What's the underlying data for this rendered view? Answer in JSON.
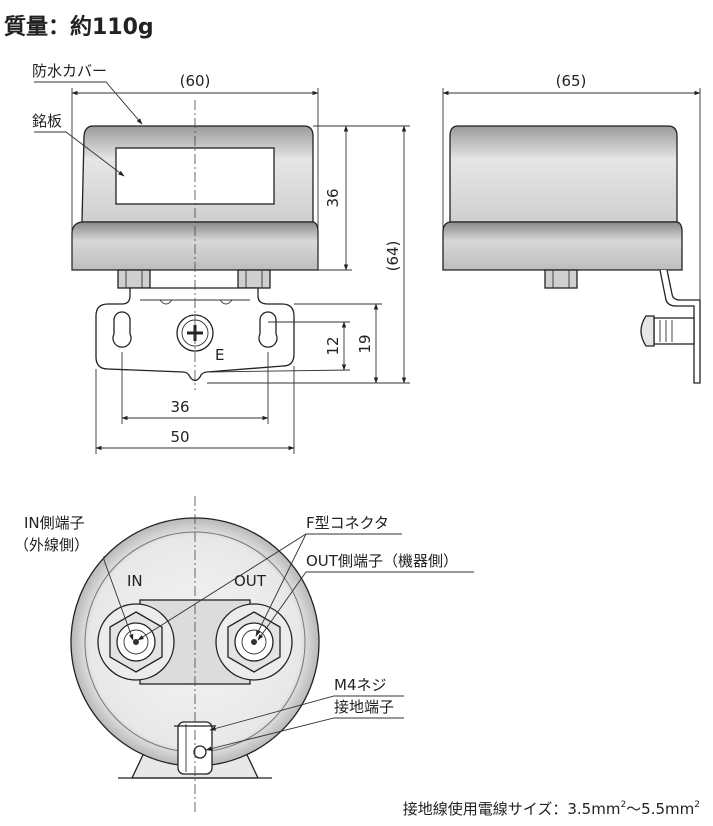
{
  "title": "質量：約110g",
  "labels": {
    "waterproof_cover": "防水カバー",
    "nameplate": "銘板",
    "earth_mark": "E",
    "in_terminal": "IN側端子",
    "in_terminal_sub": "（外線側）",
    "in_text": "IN",
    "out_text": "OUT",
    "f_connector": "F型コネクタ",
    "out_terminal": "OUT側端子（機器側）",
    "m4_screw": "M4ネジ",
    "ground_terminal": "接地端子"
  },
  "dimensions": {
    "width_total": "(60)",
    "depth_total": "(65)",
    "cover_height": "36",
    "total_height": "(64)",
    "hole_offset": "12",
    "bracket_height": "19",
    "hole_pitch": "36",
    "bracket_width": "50"
  },
  "footer": {
    "wire_size_prefix": "接地線使用電線サイズ：3.5mm",
    "sup1": "2",
    "wire_size_mid": "〜5.5mm",
    "sup2": "2"
  }
}
